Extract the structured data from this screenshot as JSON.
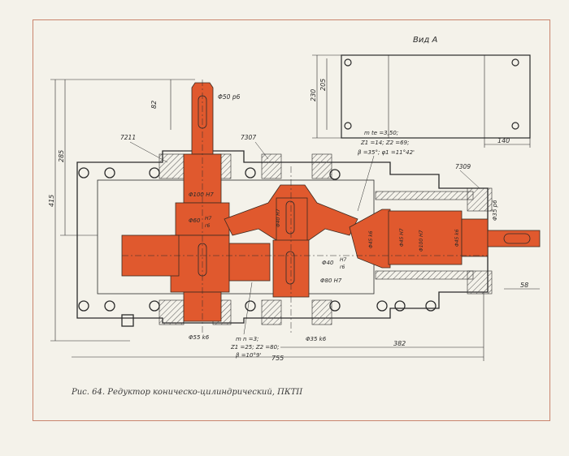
{
  "view_label": "Вид А",
  "caption": "Рис. 64. Редуктор коническо-цилиндрический, ПКТII",
  "colors": {
    "paper": "#f4f2ea",
    "highlight": "#e0592e",
    "line": "#2a2a2a",
    "frame": "#c9846d"
  },
  "dimensions": {
    "d_a": "82",
    "d_b": "285",
    "d_c": "415",
    "d_d": "230",
    "d_e": "205",
    "d_f": "140",
    "d_g": "58",
    "d_h": "382",
    "d_i": "755"
  },
  "fits": {
    "shaft_top": "Φ50 p6",
    "bearing_top": "Φ100 H7",
    "fit_60": "Φ60",
    "fit_60_frac_top": "H7",
    "fit_60_frac_bottom": "r6",
    "fit_40": "Φ40",
    "fit_40_frac_top": "H7",
    "fit_40_frac_bottom": "r6",
    "fit_80": "Φ80 H7",
    "fit_55": "Φ55 k6",
    "fit_35": "Φ35 k6",
    "fit_35p6": "Φ35 p6",
    "fit_40h7": "Φ40 H7",
    "fit_45k6": "Φ45 k6",
    "fit_45h7": "Φ45 H7",
    "fit_100h7": "Φ100 H7",
    "fit_45k6b": "Φ45 k6"
  },
  "part_labels": {
    "p7211": "7211",
    "p7307": "7307",
    "p7309": "7309"
  },
  "gear_params": {
    "bevel_line1": "m te =3,50;",
    "bevel_line2": "Z1 =14; Z2 =69;",
    "bevel_line3": "β =35°; φ1 =11°42'",
    "spur_line1": "m n =3;",
    "spur_line2": "Z1 =25; Z2 =80;",
    "spur_line3": "β =10°9'"
  }
}
